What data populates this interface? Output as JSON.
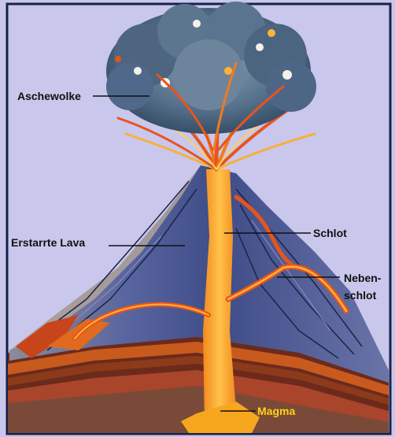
{
  "labels": {
    "ash_cloud": "Aschewolke",
    "solidified_lava": "Erstarrte Lava",
    "main_vent": "Schlot",
    "side_vent_line1": "Neben-",
    "side_vent_line2": "schlot",
    "magma": "Magma"
  },
  "colors": {
    "background": "#c9c7ec",
    "frame": "#16224a",
    "ash_cloud": "#56708a",
    "cone": "#4e5d97",
    "lava": "#e8541c",
    "magma": "#f6a71e",
    "magma_label": "#ffd21a"
  }
}
